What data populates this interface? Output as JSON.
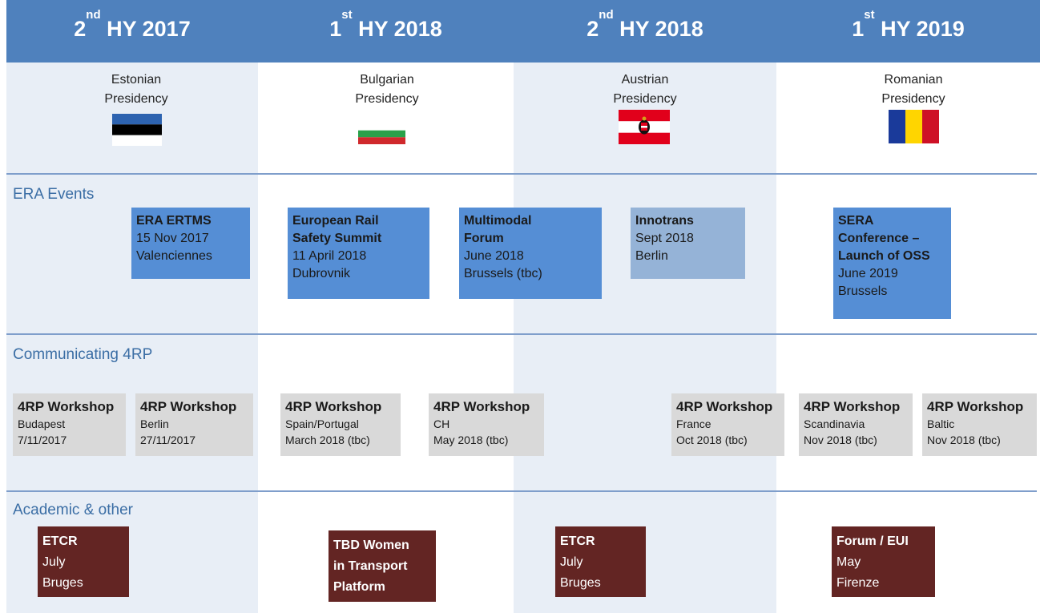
{
  "columns": [
    {
      "ord": "2",
      "sup": "nd",
      "hy": " HY 2017",
      "presidency": [
        "Estonian",
        "Presidency"
      ],
      "flag": "estonia-flag"
    },
    {
      "ord": "1",
      "sup": "st",
      "hy": " HY 2018",
      "presidency": [
        "Bulgarian",
        "Presidency"
      ],
      "flag": "bulgaria-flag"
    },
    {
      "ord": "2",
      "sup": "nd",
      "hy": " HY 2018",
      "presidency": [
        "Austrian",
        "Presidency"
      ],
      "flag": "austria-flag"
    },
    {
      "ord": "1",
      "sup": "st",
      "hy": " HY 2019",
      "presidency": [
        "Romanian",
        "Presidency"
      ],
      "flag": "romania-flag"
    }
  ],
  "colors": {
    "header": "#4f81bd",
    "shade": "#e8eef6",
    "era": "#558ed5",
    "era_light": "#95b3d7",
    "workshop": "#d9d9d9",
    "academic": "#632523",
    "section_text": "#3b6ea5"
  },
  "sections": {
    "era_events": "ERA Events",
    "communicating": "Communicating 4RP",
    "academic": "Academic & other"
  },
  "era_events": [
    {
      "bold": [
        "ERA ERTMS"
      ],
      "lines": [
        "15 Nov 2017",
        "Valenciennes"
      ]
    },
    {
      "bold": [
        "European Rail",
        "Safety Summit"
      ],
      "lines": [
        "11 April 2018",
        "Dubrovnik"
      ]
    },
    {
      "bold": [
        "Multimodal",
        "Forum"
      ],
      "lines": [
        "June 2018",
        "Brussels (tbc)"
      ]
    },
    {
      "bold": [
        "Innotrans"
      ],
      "lines": [
        "Sept 2018",
        "Berlin"
      ]
    },
    {
      "bold": [
        "SERA",
        "Conference –",
        "Launch of OSS"
      ],
      "lines": [
        "June 2019",
        "Brussels"
      ]
    }
  ],
  "workshops": [
    {
      "title": "4RP Workshop",
      "lines": [
        "Budapest",
        "7/11/2017"
      ]
    },
    {
      "title": "4RP Workshop",
      "lines": [
        "Berlin",
        "27/11/2017"
      ]
    },
    {
      "title": "4RP Workshop",
      "lines": [
        "Spain/Portugal",
        "March 2018 (tbc)"
      ]
    },
    {
      "title": "4RP Workshop",
      "lines": [
        "CH",
        "May 2018 (tbc)"
      ]
    },
    {
      "title": "4RP Workshop",
      "lines": [
        "France",
        "Oct 2018 (tbc)"
      ]
    },
    {
      "title": "4RP Workshop",
      "lines": [
        "Scandinavia",
        "Nov 2018 (tbc)"
      ]
    },
    {
      "title": "4RP Workshop",
      "lines": [
        "Baltic",
        "Nov 2018 (tbc)"
      ]
    }
  ],
  "academic": [
    {
      "lines": [
        "ETCR",
        "July",
        "Bruges"
      ]
    },
    {
      "lines": [
        "TBD Women",
        "in Transport",
        "Platform"
      ]
    },
    {
      "lines": [
        "ETCR",
        "July",
        "Bruges"
      ]
    },
    {
      "lines": [
        "Forum / EUI",
        "May",
        "Firenze"
      ]
    }
  ]
}
